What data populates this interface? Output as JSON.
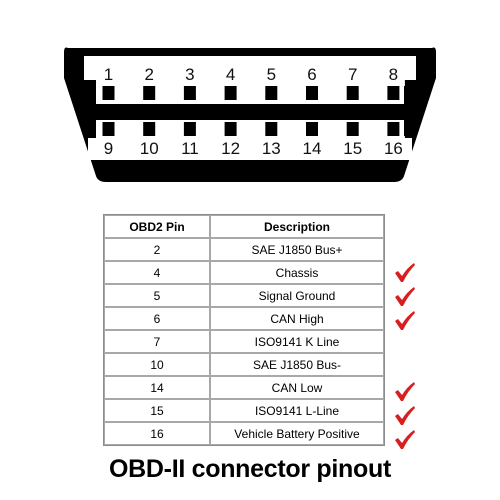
{
  "connector": {
    "top_pins": [
      "1",
      "2",
      "3",
      "4",
      "5",
      "6",
      "7",
      "8"
    ],
    "bottom_pins": [
      "9",
      "10",
      "11",
      "12",
      "13",
      "14",
      "15",
      "16"
    ]
  },
  "table": {
    "headers": [
      "OBD2 Pin",
      "Description"
    ],
    "rows": [
      {
        "pin": "2",
        "description": "SAE J1850 Bus+",
        "checked": false
      },
      {
        "pin": "4",
        "description": "Chassis",
        "checked": true
      },
      {
        "pin": "5",
        "description": "Signal Ground",
        "checked": true
      },
      {
        "pin": "6",
        "description": "CAN High",
        "checked": true
      },
      {
        "pin": "7",
        "description": "ISO9141 K Line",
        "checked": false
      },
      {
        "pin": "10",
        "description": "SAE J1850 Bus-",
        "checked": false
      },
      {
        "pin": "14",
        "description": "CAN Low",
        "checked": true
      },
      {
        "pin": "15",
        "description": "ISO9141 L-Line",
        "checked": true
      },
      {
        "pin": "16",
        "description": "Vehicle Battery Positive",
        "checked": true
      }
    ]
  },
  "caption": "OBD-II connector pinout",
  "colors": {
    "connector": "#000000",
    "check": "#d62020",
    "border": "#a8a8a8"
  },
  "icons": {
    "check": "checkmark-icon"
  }
}
